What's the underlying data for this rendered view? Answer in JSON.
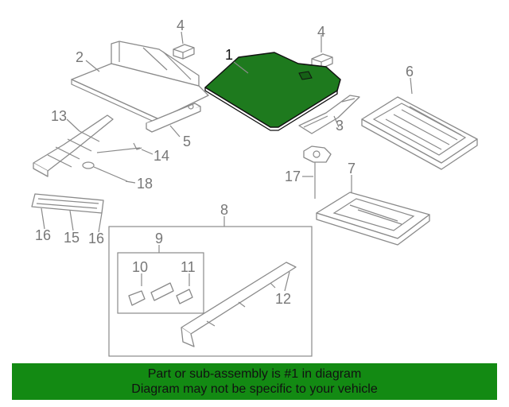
{
  "diagram": {
    "highlight_color": "#1e7a1e",
    "labels": {
      "l1": "1",
      "l2": "2",
      "l3": "3",
      "l4a": "4",
      "l4b": "4",
      "l5": "5",
      "l6": "6",
      "l7": "7",
      "l8": "8",
      "l9": "9",
      "l10": "10",
      "l11": "11",
      "l12": "12",
      "l13": "13",
      "l14": "14",
      "l15": "15",
      "l16a": "16",
      "l16b": "16",
      "l17": "17",
      "l18": "18"
    }
  },
  "banner": {
    "line1": "Part or sub-assembly is #1 in diagram",
    "line2": "Diagram may not be specific to your vehicle",
    "color": "#138a13"
  }
}
